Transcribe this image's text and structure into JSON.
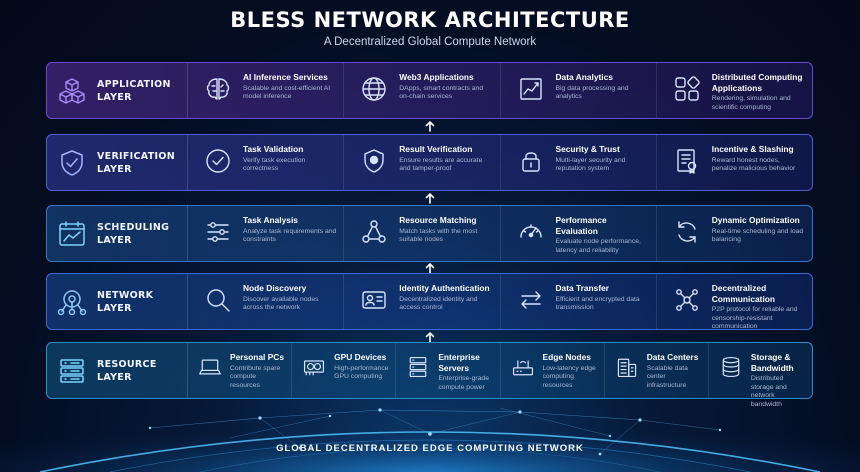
{
  "header": {
    "title": "BLESS NETWORK ARCHITECTURE",
    "subtitle": "A Decentralized Global Compute Network"
  },
  "layers": [
    {
      "name_line1": "APPLICATION",
      "name_line2": "LAYER",
      "icon": "cubes-icon",
      "accent": "#8b5cf6",
      "items": [
        {
          "title": "AI Inference Services",
          "desc": "Scalable and cost-efficient AI model inference",
          "icon": "brain-icon"
        },
        {
          "title": "Web3 Applications",
          "desc": "DApps, smart contracts and on-chain services",
          "icon": "globe-icon"
        },
        {
          "title": "Data Analytics",
          "desc": "Big data processing and analytics",
          "icon": "analytics-chart-icon"
        },
        {
          "title": "Distributed Computing Applications",
          "desc": "Rendering, simulation and scientific computing",
          "icon": "modules-icon"
        }
      ]
    },
    {
      "name_line1": "VERIFICATION",
      "name_line2": "LAYER",
      "icon": "shield-check-icon",
      "accent": "#6366f1",
      "items": [
        {
          "title": "Task Validation",
          "desc": "Verify task execution correctness",
          "icon": "check-circle-icon"
        },
        {
          "title": "Result Verification",
          "desc": "Ensure results are accurate and tamper-proof",
          "icon": "shield-icon"
        },
        {
          "title": "Security & Trust",
          "desc": "Multi-layer security and reputation system",
          "icon": "lock-icon"
        },
        {
          "title": "Incentive & Slashing",
          "desc": "Reward honest nodes, penalize malicious behavior",
          "icon": "certificate-icon"
        }
      ]
    },
    {
      "name_line1": "SCHEDULING",
      "name_line2": "LAYER",
      "icon": "calendar-chart-icon",
      "accent": "#3b82f6",
      "items": [
        {
          "title": "Task Analysis",
          "desc": "Analyze task requirements and constraints",
          "icon": "sliders-icon"
        },
        {
          "title": "Resource Matching",
          "desc": "Match tasks with the most suitable nodes",
          "icon": "node-graph-icon"
        },
        {
          "title": "Performance Evaluation",
          "desc": "Evaluate node performance, latency and reliability",
          "icon": "gauge-icon"
        },
        {
          "title": "Dynamic Optimization",
          "desc": "Real-time scheduling and load balancing",
          "icon": "refresh-icon"
        }
      ]
    },
    {
      "name_line1": "NETWORK",
      "name_line2": "LAYER",
      "icon": "network-nodes-icon",
      "accent": "#3b82f6",
      "items": [
        {
          "title": "Node Discovery",
          "desc": "Discover available nodes across the network",
          "icon": "search-icon"
        },
        {
          "title": "Identity Authentication",
          "desc": "Decentralized identity and access control",
          "icon": "id-card-icon"
        },
        {
          "title": "Data Transfer",
          "desc": "Efficient and encrypted data transmission",
          "icon": "transfer-arrows-icon"
        },
        {
          "title": "Decentralized Communication",
          "desc": "P2P protocol for reliable and censorship-resistant communication",
          "icon": "mesh-network-icon"
        }
      ]
    },
    {
      "name_line1": "RESOURCE",
      "name_line2": "LAYER",
      "icon": "server-rack-icon",
      "accent": "#22a6d8",
      "items": [
        {
          "title": "Personal PCs",
          "desc": "Contribute spare compute resources",
          "icon": "laptop-icon"
        },
        {
          "title": "GPU Devices",
          "desc": "High-performance GPU computing",
          "icon": "gpu-icon"
        },
        {
          "title": "Enterprise Servers",
          "desc": "Enterprise-grade compute power",
          "icon": "server-icon"
        },
        {
          "title": "Edge Nodes",
          "desc": "Low-latency edge computing resources",
          "icon": "router-icon"
        },
        {
          "title": "Data Centers",
          "desc": "Scalable data center infrastructure",
          "icon": "building-icon"
        },
        {
          "title": "Storage & Bandwidth",
          "desc": "Distributed storage and network bandwidth",
          "icon": "database-icon"
        }
      ]
    }
  ],
  "footer": "GLOBAL DECENTRALIZED EDGE COMPUTING NETWORK"
}
